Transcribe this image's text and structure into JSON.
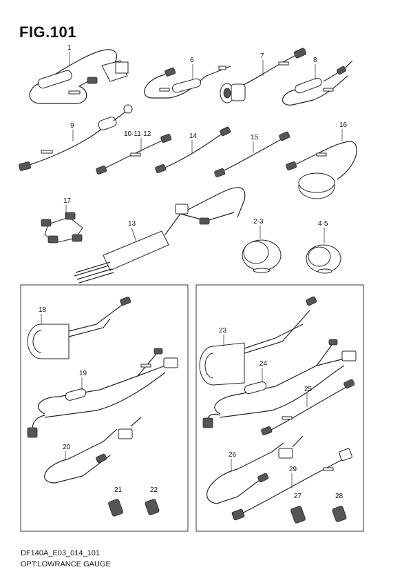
{
  "figure": {
    "title": "FIG.101",
    "code": "DF140A_E03_014_101",
    "description": "OPT:LOWRANCE GAUGE"
  },
  "callouts": {
    "c1": "1",
    "c6": "6",
    "c7": "7",
    "c8": "8",
    "c9": "9",
    "c10": "10·11·12",
    "c14": "14",
    "c15": "15",
    "c16": "16",
    "c17": "17",
    "c13": "13",
    "c23a": "2·3",
    "c45": "4·5",
    "c18": "18",
    "c19": "19",
    "c20": "20",
    "c21": "21",
    "c22": "22",
    "c23": "23",
    "c24": "24",
    "c25": "25",
    "c26": "26",
    "c29": "29",
    "c27": "27",
    "c28": "28"
  }
}
